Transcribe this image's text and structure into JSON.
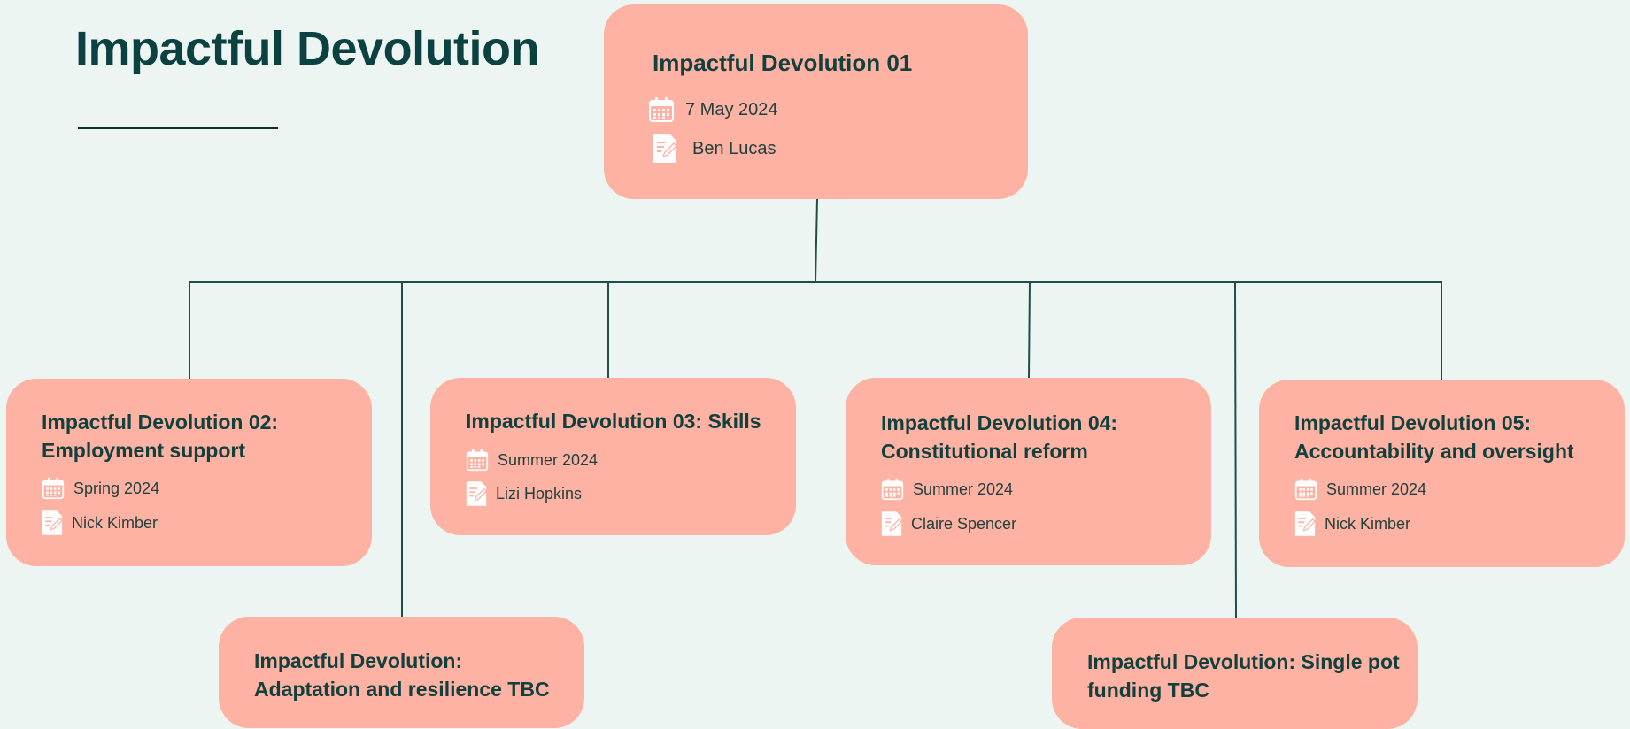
{
  "page": {
    "title": "Impactful Devolution"
  },
  "colors": {
    "background": "#EDF5F2",
    "node_fill": "#FDB2A3",
    "heading": "#0B4140",
    "text": "#12403D",
    "connector": "#1F4E4B",
    "icon_fill": "#FFFFFF"
  },
  "diagram": {
    "root": {
      "title": "Impactful Devolution 01",
      "date": "7 May 2024",
      "author": "Ben Lucas",
      "date_icon": "calendar-icon",
      "author_icon": "edit-document-icon"
    },
    "children": [
      {
        "title_line1": "Impactful Devolution 02:",
        "title_line2": "Employment support",
        "date": "Spring 2024",
        "author": "Nick Kimber"
      },
      {
        "title_line1": "Impactful Devolution 03: Skills",
        "title_line2": "",
        "date": "Summer 2024",
        "author": "Lizi Hopkins"
      },
      {
        "title_line1": "Impactful Devolution 04:",
        "title_line2": "Constitutional reform",
        "date": "Summer 2024",
        "author": "Claire Spencer"
      },
      {
        "title_line1": "Impactful Devolution 05:",
        "title_line2": "Accountability and oversight",
        "date": "Summer 2024",
        "author": "Nick Kimber"
      }
    ],
    "tbc": [
      {
        "title_line1": "Impactful Devolution:",
        "title_line2": "Adaptation and resilience TBC"
      },
      {
        "title_line1": "Impactful Devolution: Single pot",
        "title_line2": "funding TBC"
      }
    ]
  }
}
